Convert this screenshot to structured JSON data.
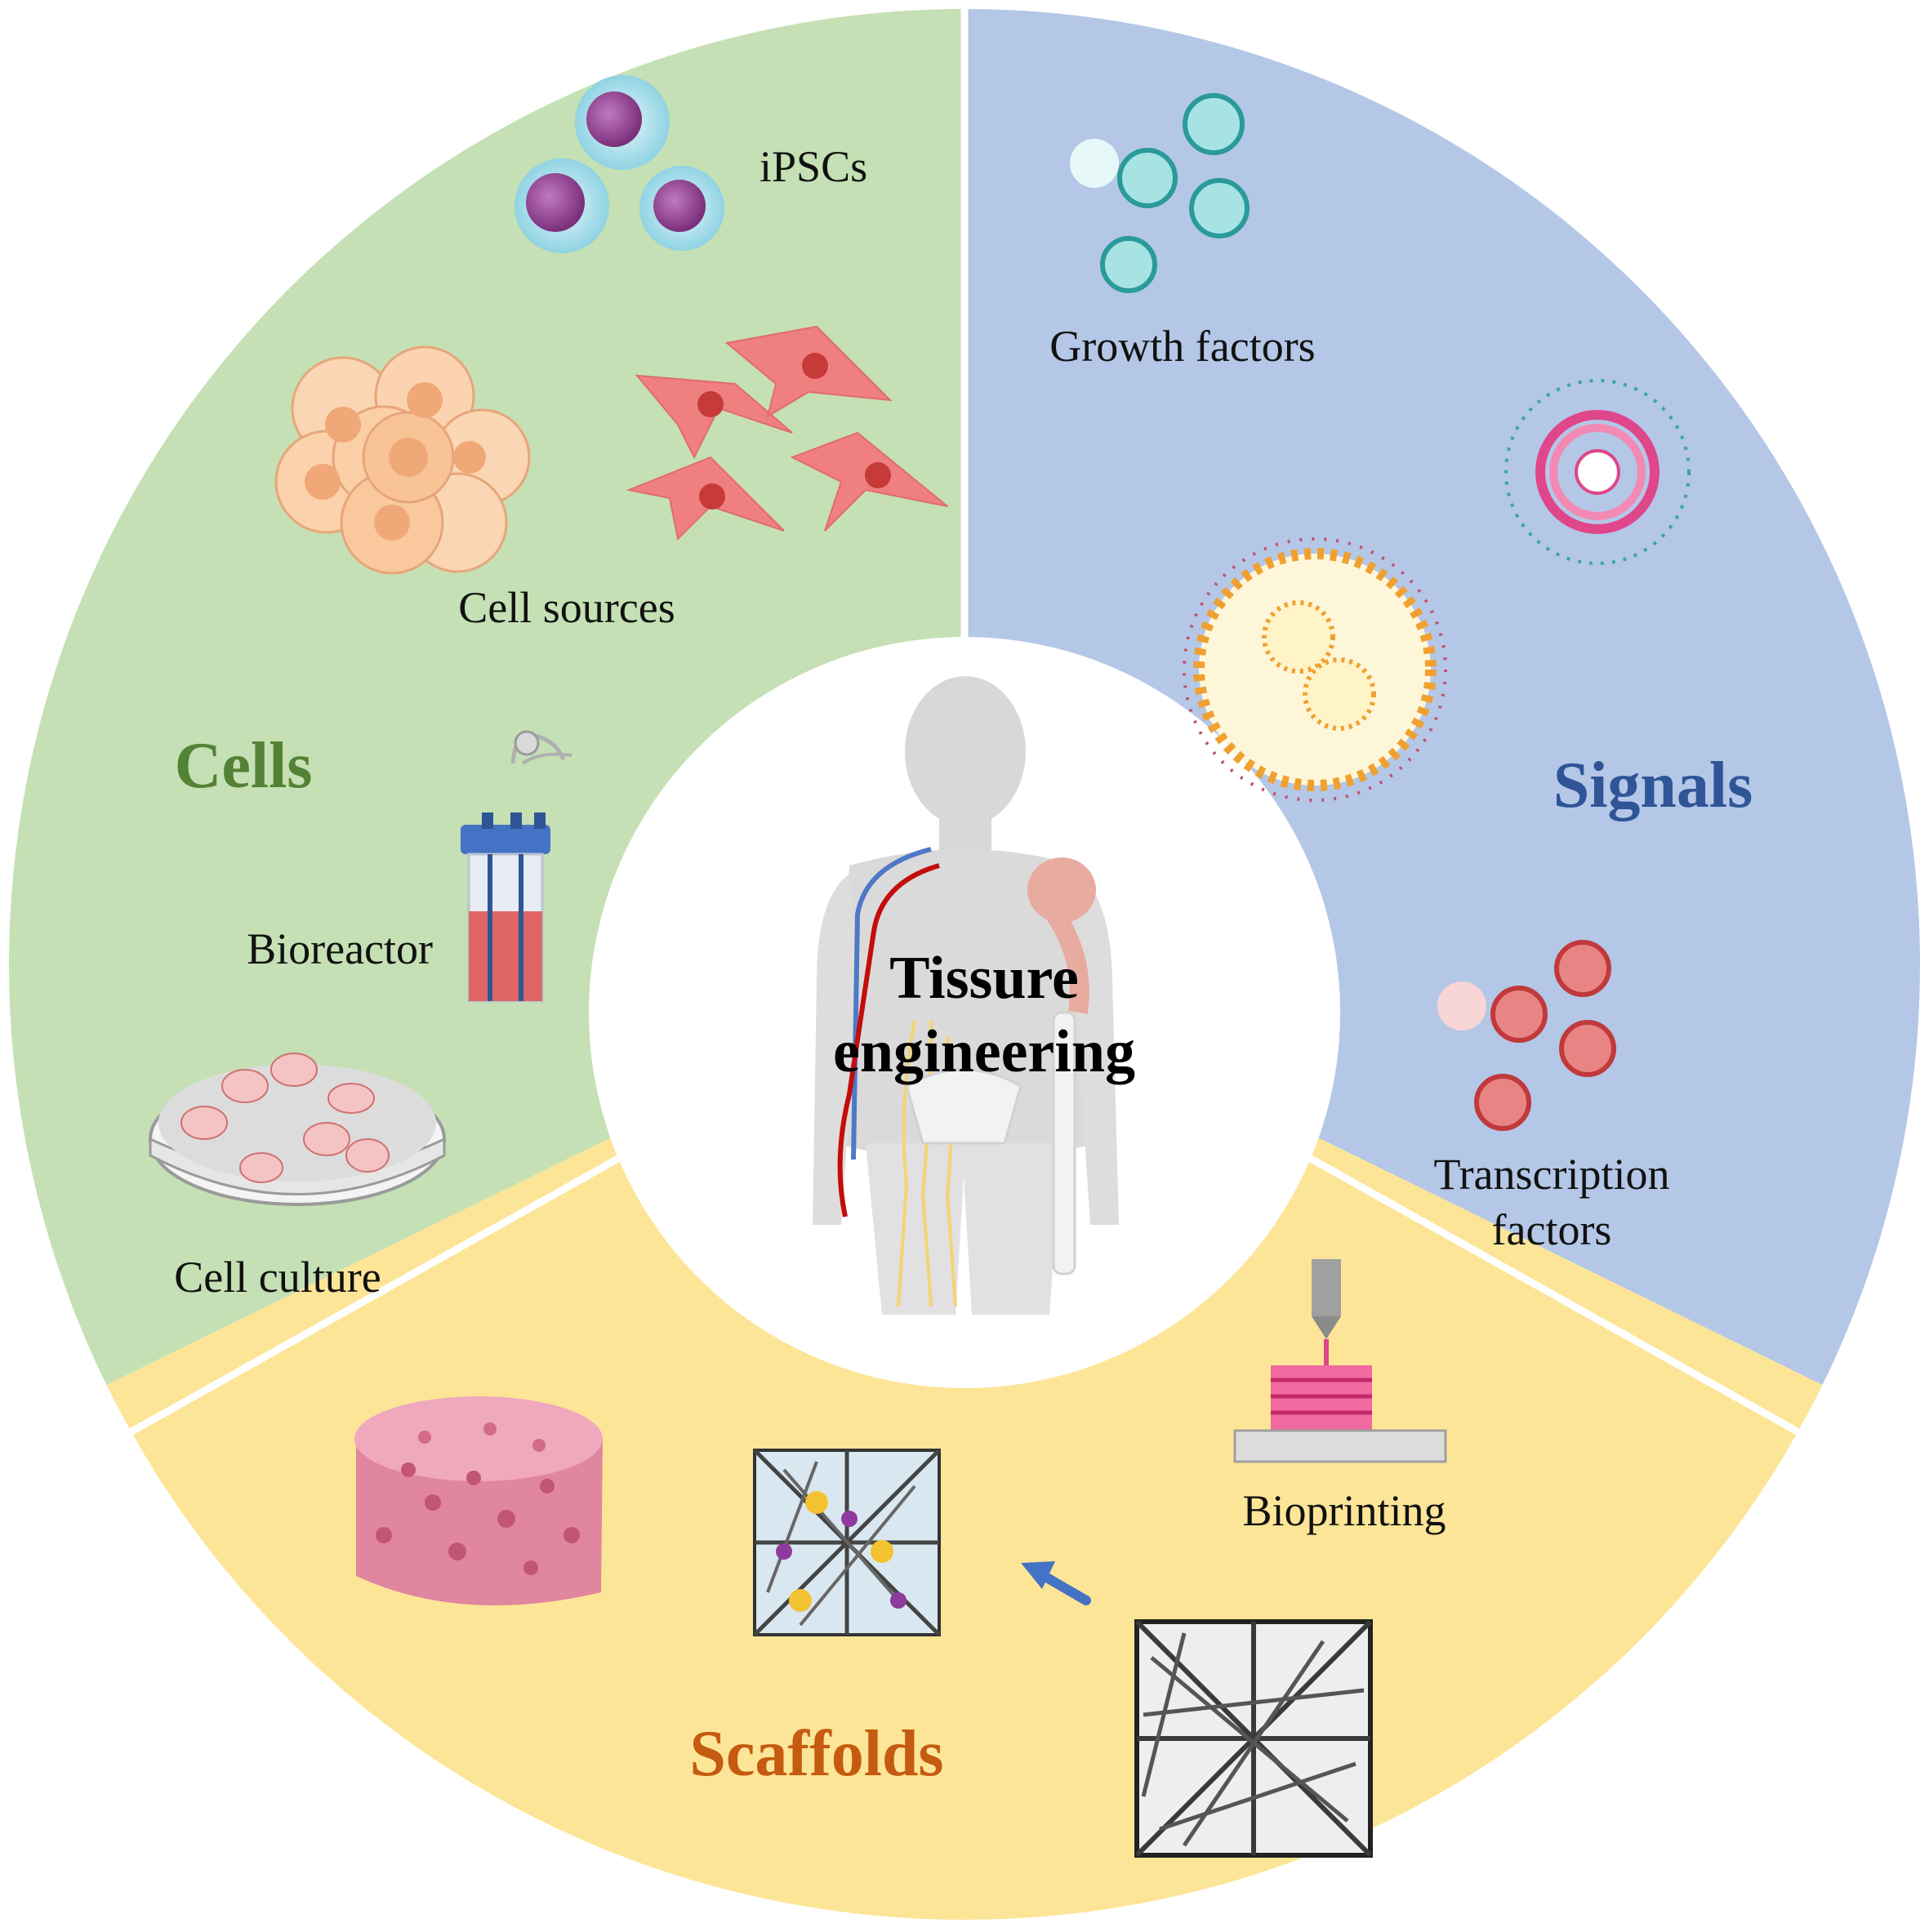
{
  "center": {
    "title_line1": "Tissure",
    "title_line2": "engineering"
  },
  "sections": {
    "cells": {
      "title": "Cells",
      "color": "#c5e0b4",
      "title_color": "#548235",
      "labels": {
        "ipscs": "iPSCs",
        "cell_sources": "Cell sources",
        "bioreactor": "Bioreactor",
        "cell_culture": "Cell culture"
      }
    },
    "signals": {
      "title": "Signals",
      "color": "#b4c7e7",
      "title_color": "#2f5597",
      "labels": {
        "growth_factors": "Growth factors",
        "transcription_line1": "Transcription",
        "transcription_line2": "factors"
      }
    },
    "scaffolds": {
      "title": "Scaffolds",
      "color": "#fde597",
      "title_color": "#c55a11",
      "labels": {
        "bioprinting": "Bioprinting"
      }
    }
  },
  "icons": [
    "ipsc-cells-icon",
    "cell-cluster-icon",
    "fibroblast-cells-icon",
    "bioreactor-icon",
    "petri-dish-icon",
    "growth-factor-spheres-icon",
    "micelle-icon",
    "liposome-icon",
    "transcription-factor-spheres-icon",
    "porous-sponge-scaffold-icon",
    "cell-seeded-scaffold-icon",
    "fibrous-scaffold-icon",
    "bioprinter-icon",
    "arrow-icon",
    "human-body-icon"
  ]
}
